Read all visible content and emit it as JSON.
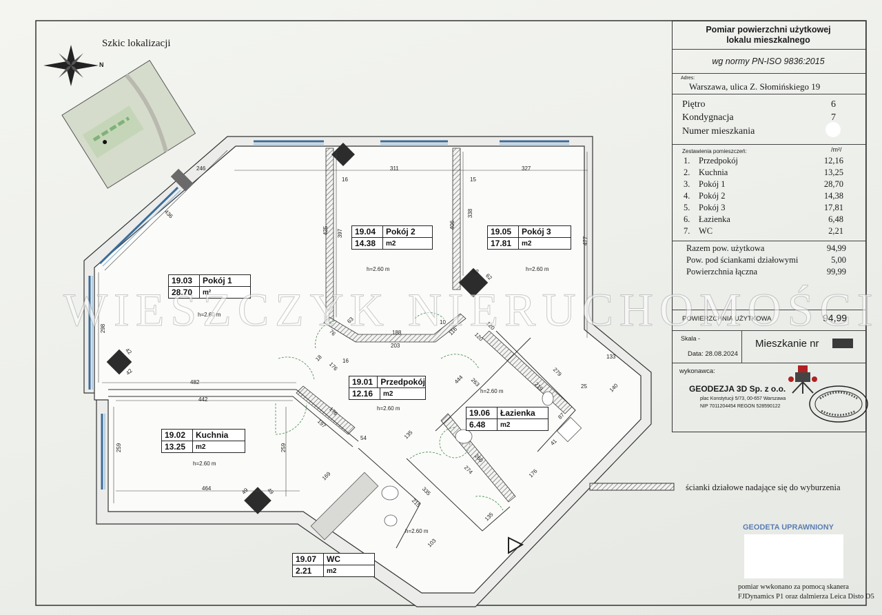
{
  "sketch": {
    "title": "Szkic lokalizacji",
    "north_letter": "N"
  },
  "title_block": {
    "heading_line1": "Pomiar powierzchni użytkowej",
    "heading_line2": "lokalu mieszkalnego",
    "norm": "wg normy PN-ISO 9836:2015",
    "address_label": "Adres:",
    "address": "Warszawa, ulica Z. Słomińskiego 19",
    "pietro_label": "Piętro",
    "pietro_value": "6",
    "kondygnacja_label": "Kondygnacja",
    "kondygnacja_value": "7",
    "numer_label": "Numer mieszkania",
    "zestawienie_label": "Zestawienia pomieszczeń:",
    "unit": "/m²/",
    "rooms": [
      {
        "no": "1.",
        "name": "Przedpokój",
        "area": "12,16"
      },
      {
        "no": "2.",
        "name": "Kuchnia",
        "area": "13,25"
      },
      {
        "no": "3.",
        "name": "Pokój 1",
        "area": "28,70"
      },
      {
        "no": "4.",
        "name": "Pokój 2",
        "area": "14,38"
      },
      {
        "no": "5.",
        "name": "Pokój 3",
        "area": "17,81"
      },
      {
        "no": "6.",
        "name": "Łazienka",
        "area": "6,48"
      },
      {
        "no": "7.",
        "name": "WC",
        "area": "2,21"
      }
    ],
    "razem_label": "Razem pow. użytkowa",
    "razem_value": "94,99",
    "scianki_label": "Pow. pod ściankami działowymi",
    "scianki_value": "5,00",
    "laczna_label": "Powierzchnia łączna",
    "laczna_value": "99,99",
    "uzytkowa_label": "POWIERZCHNIA UŻYTKOWA",
    "uzytkowa_value": "94,99",
    "skala_label": "Skala -",
    "data": "Data: 28.08.2024",
    "mieszkanie": "Mieszkanie nr",
    "wykonawca_label": "wykonawca:",
    "company": "GEODEZJA 3D Sp. z o.o.",
    "company_addr": "plac Konstytucji 5/73, 00-657 Warszawa",
    "company_nip": "NIP 7011204454 REGON 528590122"
  },
  "plan": {
    "rooms": [
      {
        "code": "19.01",
        "name": "Przedpokój",
        "area": "12.16",
        "unit": "m2"
      },
      {
        "code": "19.02",
        "name": "Kuchnia",
        "area": "13.25",
        "unit": "m2"
      },
      {
        "code": "19.03",
        "name": "Pokój 1",
        "area": "28.70",
        "unit": "m²"
      },
      {
        "code": "19.04",
        "name": "Pokój 2",
        "area": "14.38",
        "unit": "m2"
      },
      {
        "code": "19.05",
        "name": "Pokój 3",
        "area": "17.81",
        "unit": "m2"
      },
      {
        "code": "19.06",
        "name": "Łazienka",
        "area": "6.48",
        "unit": "m2"
      },
      {
        "code": "19.07",
        "name": "WC",
        "area": "2.21",
        "unit": "m2"
      }
    ],
    "height": "h=2.60 m",
    "dims": [
      "246",
      "311",
      "327",
      "16",
      "15",
      "425",
      "397",
      "406",
      "338",
      "477",
      "436",
      "298",
      "482",
      "442",
      "259",
      "259",
      "464",
      "188",
      "203",
      "176",
      "16",
      "18",
      "76",
      "63",
      "10",
      "116",
      "120",
      "120",
      "62",
      "42",
      "42",
      "133",
      "140",
      "279",
      "263",
      "219",
      "444",
      "197",
      "176",
      "54",
      "135",
      "335",
      "215",
      "103",
      "260",
      "274",
      "176",
      "87",
      "41",
      "135",
      "169",
      "49",
      "49",
      "62",
      "25"
    ]
  },
  "legend": {
    "text": "ścianki działowe nadające się do wyburzenia"
  },
  "watermark": "WIESZCZYK NIERUCHOMOŚCI",
  "stamp": {
    "title": "GEODETA UPRAWNIONY"
  },
  "footer": {
    "line1": "pomiar wwkonano za pomocą skanera",
    "line2": "FJDynamics P1 oraz dalmierza Leica Disto D5"
  }
}
